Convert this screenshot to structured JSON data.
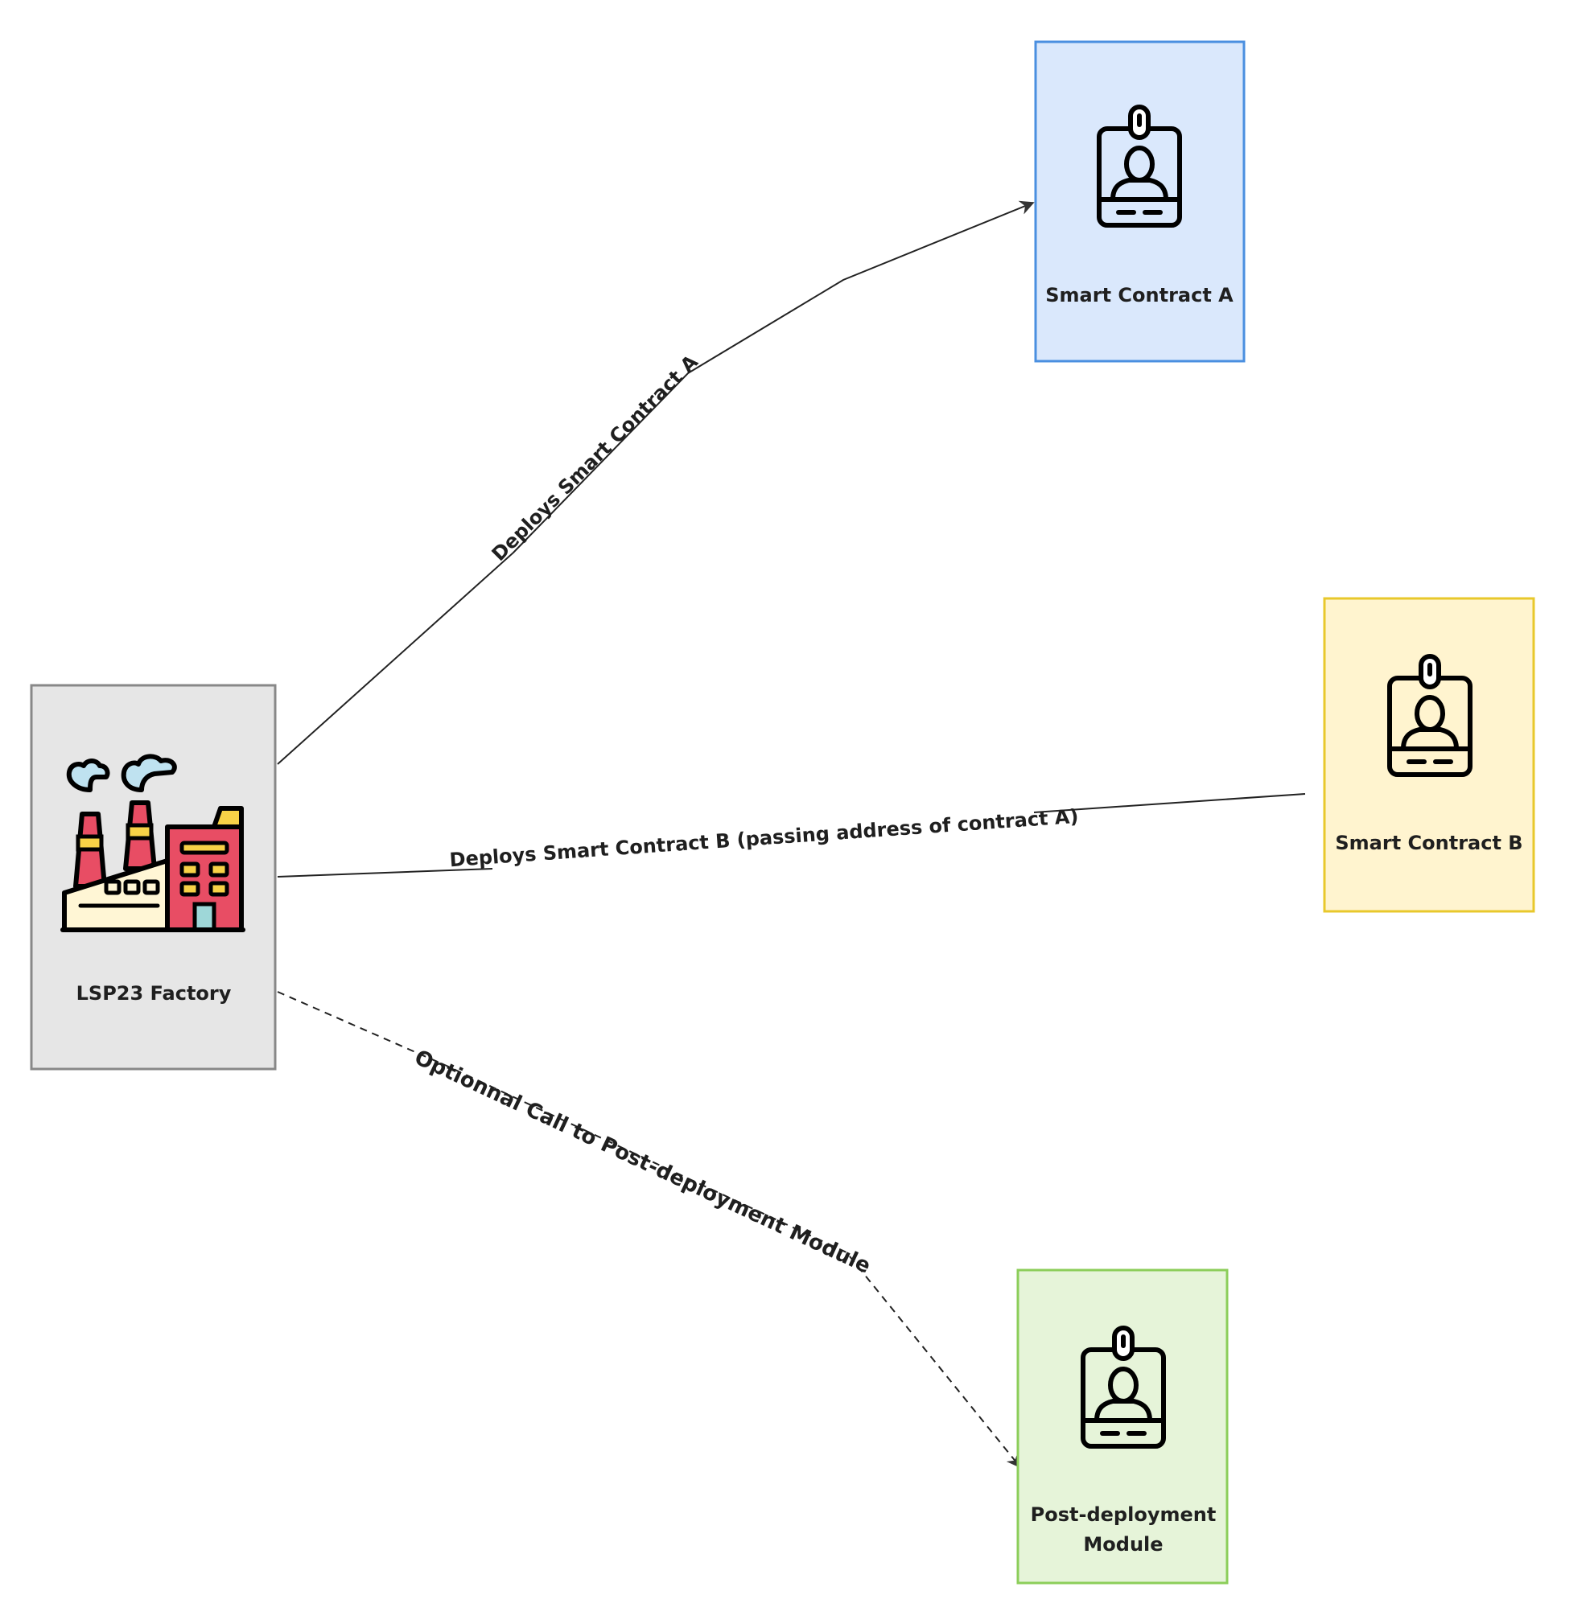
{
  "nodes": {
    "factory": {
      "label": "LSP23 Factory",
      "icon": "factory-icon",
      "fill": "#e6e6e6",
      "border": "#888888"
    },
    "contract_a": {
      "label": "Smart Contract A",
      "icon": "id-badge-icon",
      "fill": "#dae8fc",
      "border": "#4a8fe0"
    },
    "contract_b": {
      "label": "Smart Contract B",
      "icon": "id-badge-icon",
      "fill": "#fff4cf",
      "border": "#e8c82c"
    },
    "module": {
      "label_line1": "Post-deployment",
      "label_line2": "Module",
      "icon": "id-badge-icon",
      "fill": "#e6f4d9",
      "border": "#8cce5a"
    }
  },
  "edges": {
    "deploy_a": {
      "label": "Deploys Smart Contract A",
      "style": "solid"
    },
    "deploy_b": {
      "label": "Deploys Smart Contract B (passing address of contract A)",
      "style": "solid"
    },
    "post_call": {
      "label": "Optionnal Call to Post-deployment Module",
      "style": "dashed"
    }
  }
}
